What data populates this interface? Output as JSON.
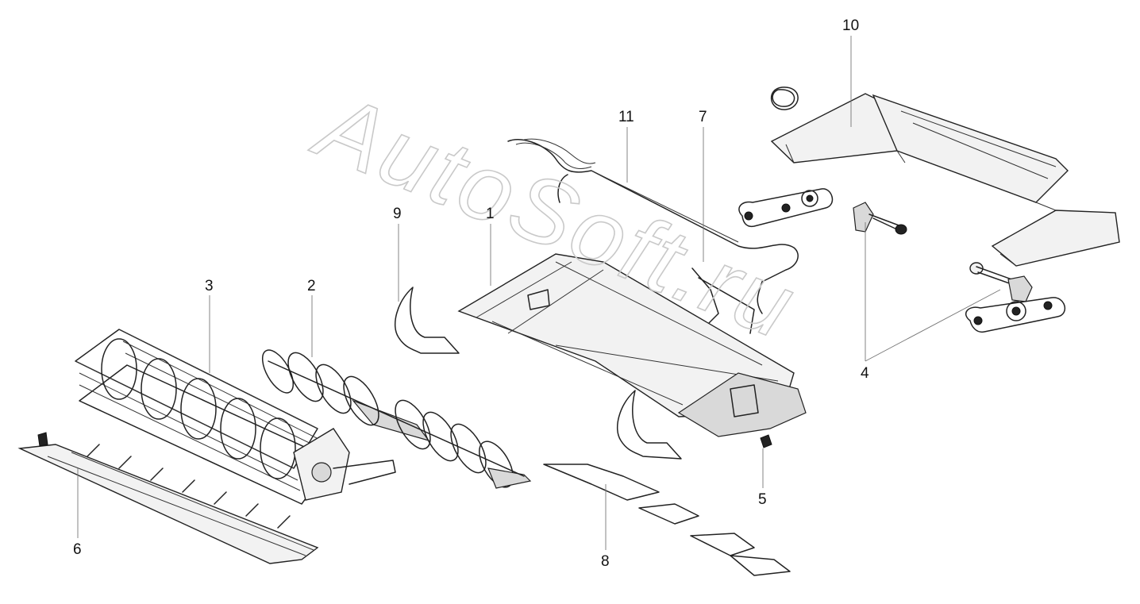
{
  "watermark": "AutoSoft.ru",
  "callouts": [
    {
      "id": "c1",
      "label": "1"
    },
    {
      "id": "c2",
      "label": "2"
    },
    {
      "id": "c3",
      "label": "3"
    },
    {
      "id": "c4",
      "label": "4"
    },
    {
      "id": "c5",
      "label": "5"
    },
    {
      "id": "c6",
      "label": "6"
    },
    {
      "id": "c7",
      "label": "7"
    },
    {
      "id": "c8",
      "label": "8"
    },
    {
      "id": "c9",
      "label": "9"
    },
    {
      "id": "c10",
      "label": "10"
    },
    {
      "id": "c11",
      "label": "11"
    }
  ]
}
